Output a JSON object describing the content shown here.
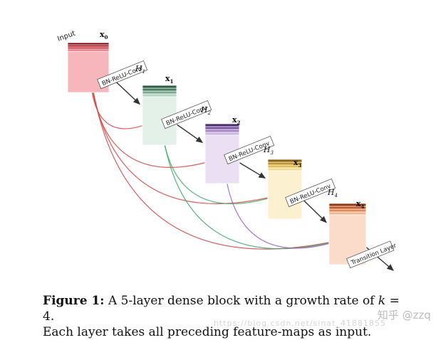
{
  "diagram": {
    "input_label": "Input",
    "stages": [
      {
        "x_label": "x",
        "x_sub": "0",
        "colors": [
          "#7a0a14",
          "#a81e2b",
          "#c73c47",
          "#e66b75",
          "#f7b6bb"
        ]
      },
      {
        "h_label": "H",
        "h_sub": "1",
        "x_label": "x",
        "x_sub": "1",
        "conv_label": "BN-ReLU-Conv",
        "colors": [
          "#2f5c44",
          "#4a7c61",
          "#7aab91",
          "#b4d6c3",
          "#e3f1e9"
        ]
      },
      {
        "h_label": "H",
        "h_sub": "2",
        "x_label": "x",
        "x_sub": "2",
        "conv_label": "BN-ReLU-Conv",
        "colors": [
          "#4c2c70",
          "#7a56a3",
          "#a785c6",
          "#cdb6e0",
          "#eadff3"
        ]
      },
      {
        "h_label": "H",
        "h_sub": "3",
        "x_label": "x",
        "x_sub": "3",
        "conv_label": "BN-ReLU-Conv",
        "colors": [
          "#8a6410",
          "#c2952a",
          "#e0bd55",
          "#f2dc95",
          "#fbf0cf"
        ]
      },
      {
        "h_label": "H",
        "h_sub": "4",
        "x_label": "x",
        "x_sub": "4",
        "conv_label": "BN-ReLU-Conv",
        "colors": [
          "#8e3a14",
          "#c45a26",
          "#e38a55",
          "#f4b793",
          "#fbdccb"
        ]
      }
    ],
    "transition_label": "Transition Layer",
    "edge_colors": [
      "#d94040",
      "#3aa860",
      "#9a5cc0",
      "#e0c040"
    ]
  },
  "caption": {
    "lead": "Figure 1:",
    "text_before_k": " A 5-layer dense block with a growth rate of ",
    "k_symbol": "k",
    "text_after_k": " = 4.",
    "line2": "Each layer takes all preceding feature-maps as input."
  },
  "watermark": {
    "brand": "知乎 @zzq",
    "url": "https://blog.csdn.net/sinat_41881855"
  }
}
